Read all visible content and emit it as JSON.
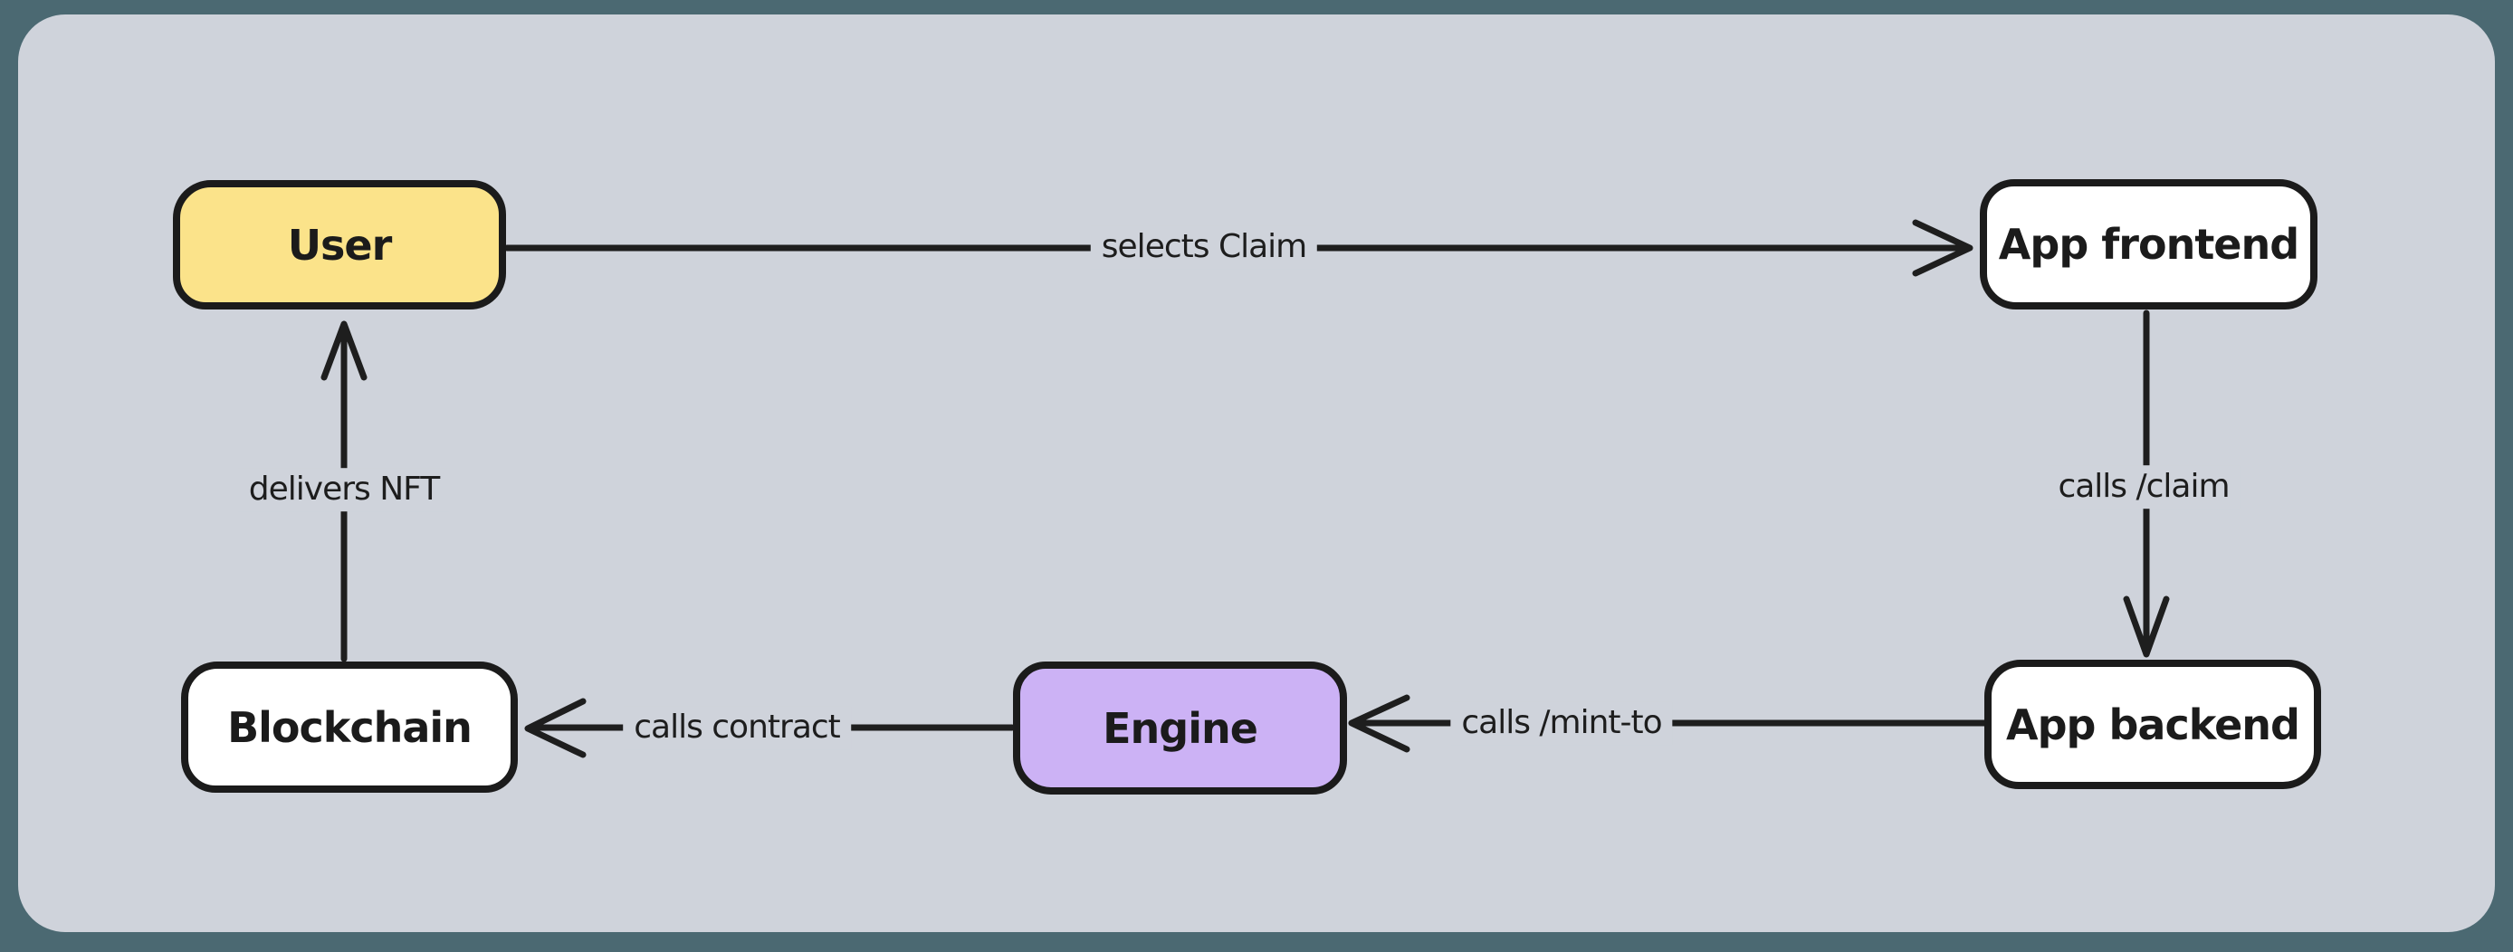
{
  "diagram": {
    "background": "#cfd3db",
    "frame_color": "#4b6972",
    "stroke_color": "#1b1b1b",
    "nodes": [
      {
        "id": "user",
        "label": "User",
        "fill": "#fbe38a"
      },
      {
        "id": "app-frontend",
        "label": "App frontend",
        "fill": "#ffffff"
      },
      {
        "id": "app-backend",
        "label": "App backend",
        "fill": "#ffffff"
      },
      {
        "id": "engine",
        "label": "Engine",
        "fill": "#ccb2f5"
      },
      {
        "id": "blockchain",
        "label": "Blockchain",
        "fill": "#ffffff"
      }
    ],
    "edges": [
      {
        "from": "user",
        "to": "app-frontend",
        "label": "selects Claim"
      },
      {
        "from": "app-frontend",
        "to": "app-backend",
        "label": "calls /claim"
      },
      {
        "from": "app-backend",
        "to": "engine",
        "label": "calls /mint-to"
      },
      {
        "from": "engine",
        "to": "blockchain",
        "label": "calls contract"
      },
      {
        "from": "blockchain",
        "to": "user",
        "label": "delivers NFT"
      }
    ]
  }
}
